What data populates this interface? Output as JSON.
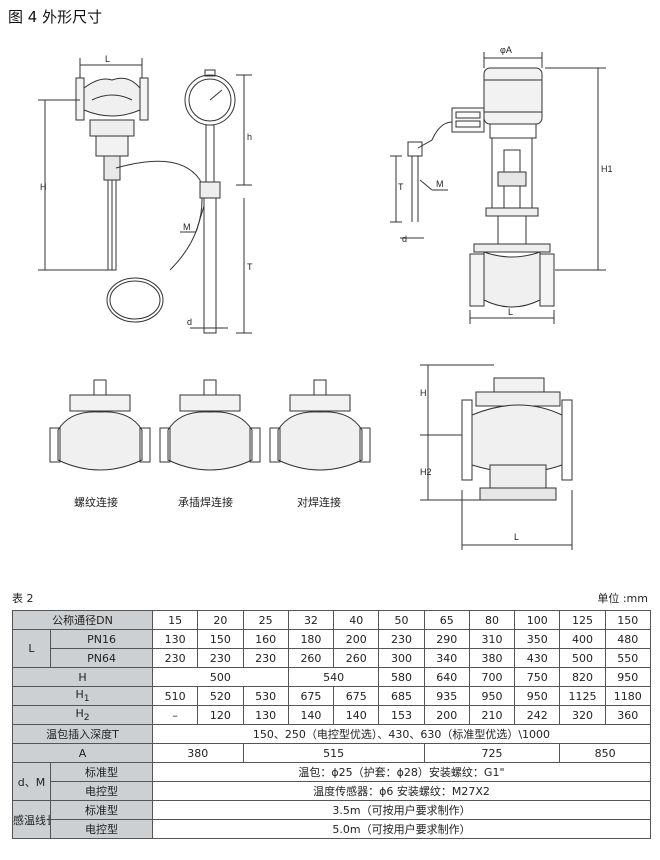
{
  "figure_title": "图 4 外形尺寸",
  "drawing_labels": {
    "L": "L",
    "H": "H",
    "h": "h",
    "T": "T",
    "M": "M",
    "d": "d",
    "phiA": "φA",
    "H1": "H1",
    "H2": "H2"
  },
  "connection_captions": [
    "螺纹连接",
    "承插焊连接",
    "对焊连接"
  ],
  "table_caption": "表 2",
  "unit_label": "单位 :mm",
  "table": {
    "dn_label": "公称通径DN",
    "dn": [
      "15",
      "20",
      "25",
      "32",
      "40",
      "50",
      "65",
      "80",
      "100",
      "125",
      "150"
    ],
    "L_label": "L",
    "pn16_label": "PN16",
    "pn16": [
      "130",
      "150",
      "160",
      "180",
      "200",
      "230",
      "290",
      "310",
      "350",
      "400",
      "480"
    ],
    "pn64_label": "PN64",
    "pn64": [
      "230",
      "230",
      "230",
      "260",
      "260",
      "300",
      "340",
      "380",
      "430",
      "500",
      "550"
    ],
    "H_label": "H",
    "H_values": [
      "500",
      "540",
      "580",
      "640",
      "700",
      "750",
      "820",
      "950"
    ],
    "H1_label": "H",
    "H1_sub": "1",
    "H1": [
      "510",
      "520",
      "530",
      "675",
      "675",
      "685",
      "935",
      "950",
      "950",
      "1125",
      "1180"
    ],
    "H2_label": "H",
    "H2_sub": "2",
    "H2": [
      "–",
      "120",
      "130",
      "140",
      "140",
      "153",
      "200",
      "210",
      "242",
      "320",
      "360"
    ],
    "T_label": "温包插入深度T",
    "T_value": "150、250（电控型优选）、430、630（标准型优选）\\1000",
    "A_label": "A",
    "A_values": [
      "380",
      "515",
      "725",
      "850"
    ],
    "dM_label": "d、M",
    "std_label": "标准型",
    "elec_label": "电控型",
    "dM_std": "温包：ϕ25（护套：ϕ28）安装螺纹：G1\"",
    "dM_elec": "温度传感器：ϕ6    安装螺纹：M27X2",
    "cap_label": "感温线长度",
    "cap_std": "3.5m（可按用户要求制作）",
    "cap_elec": "5.0m（可按用户要求制作）"
  }
}
